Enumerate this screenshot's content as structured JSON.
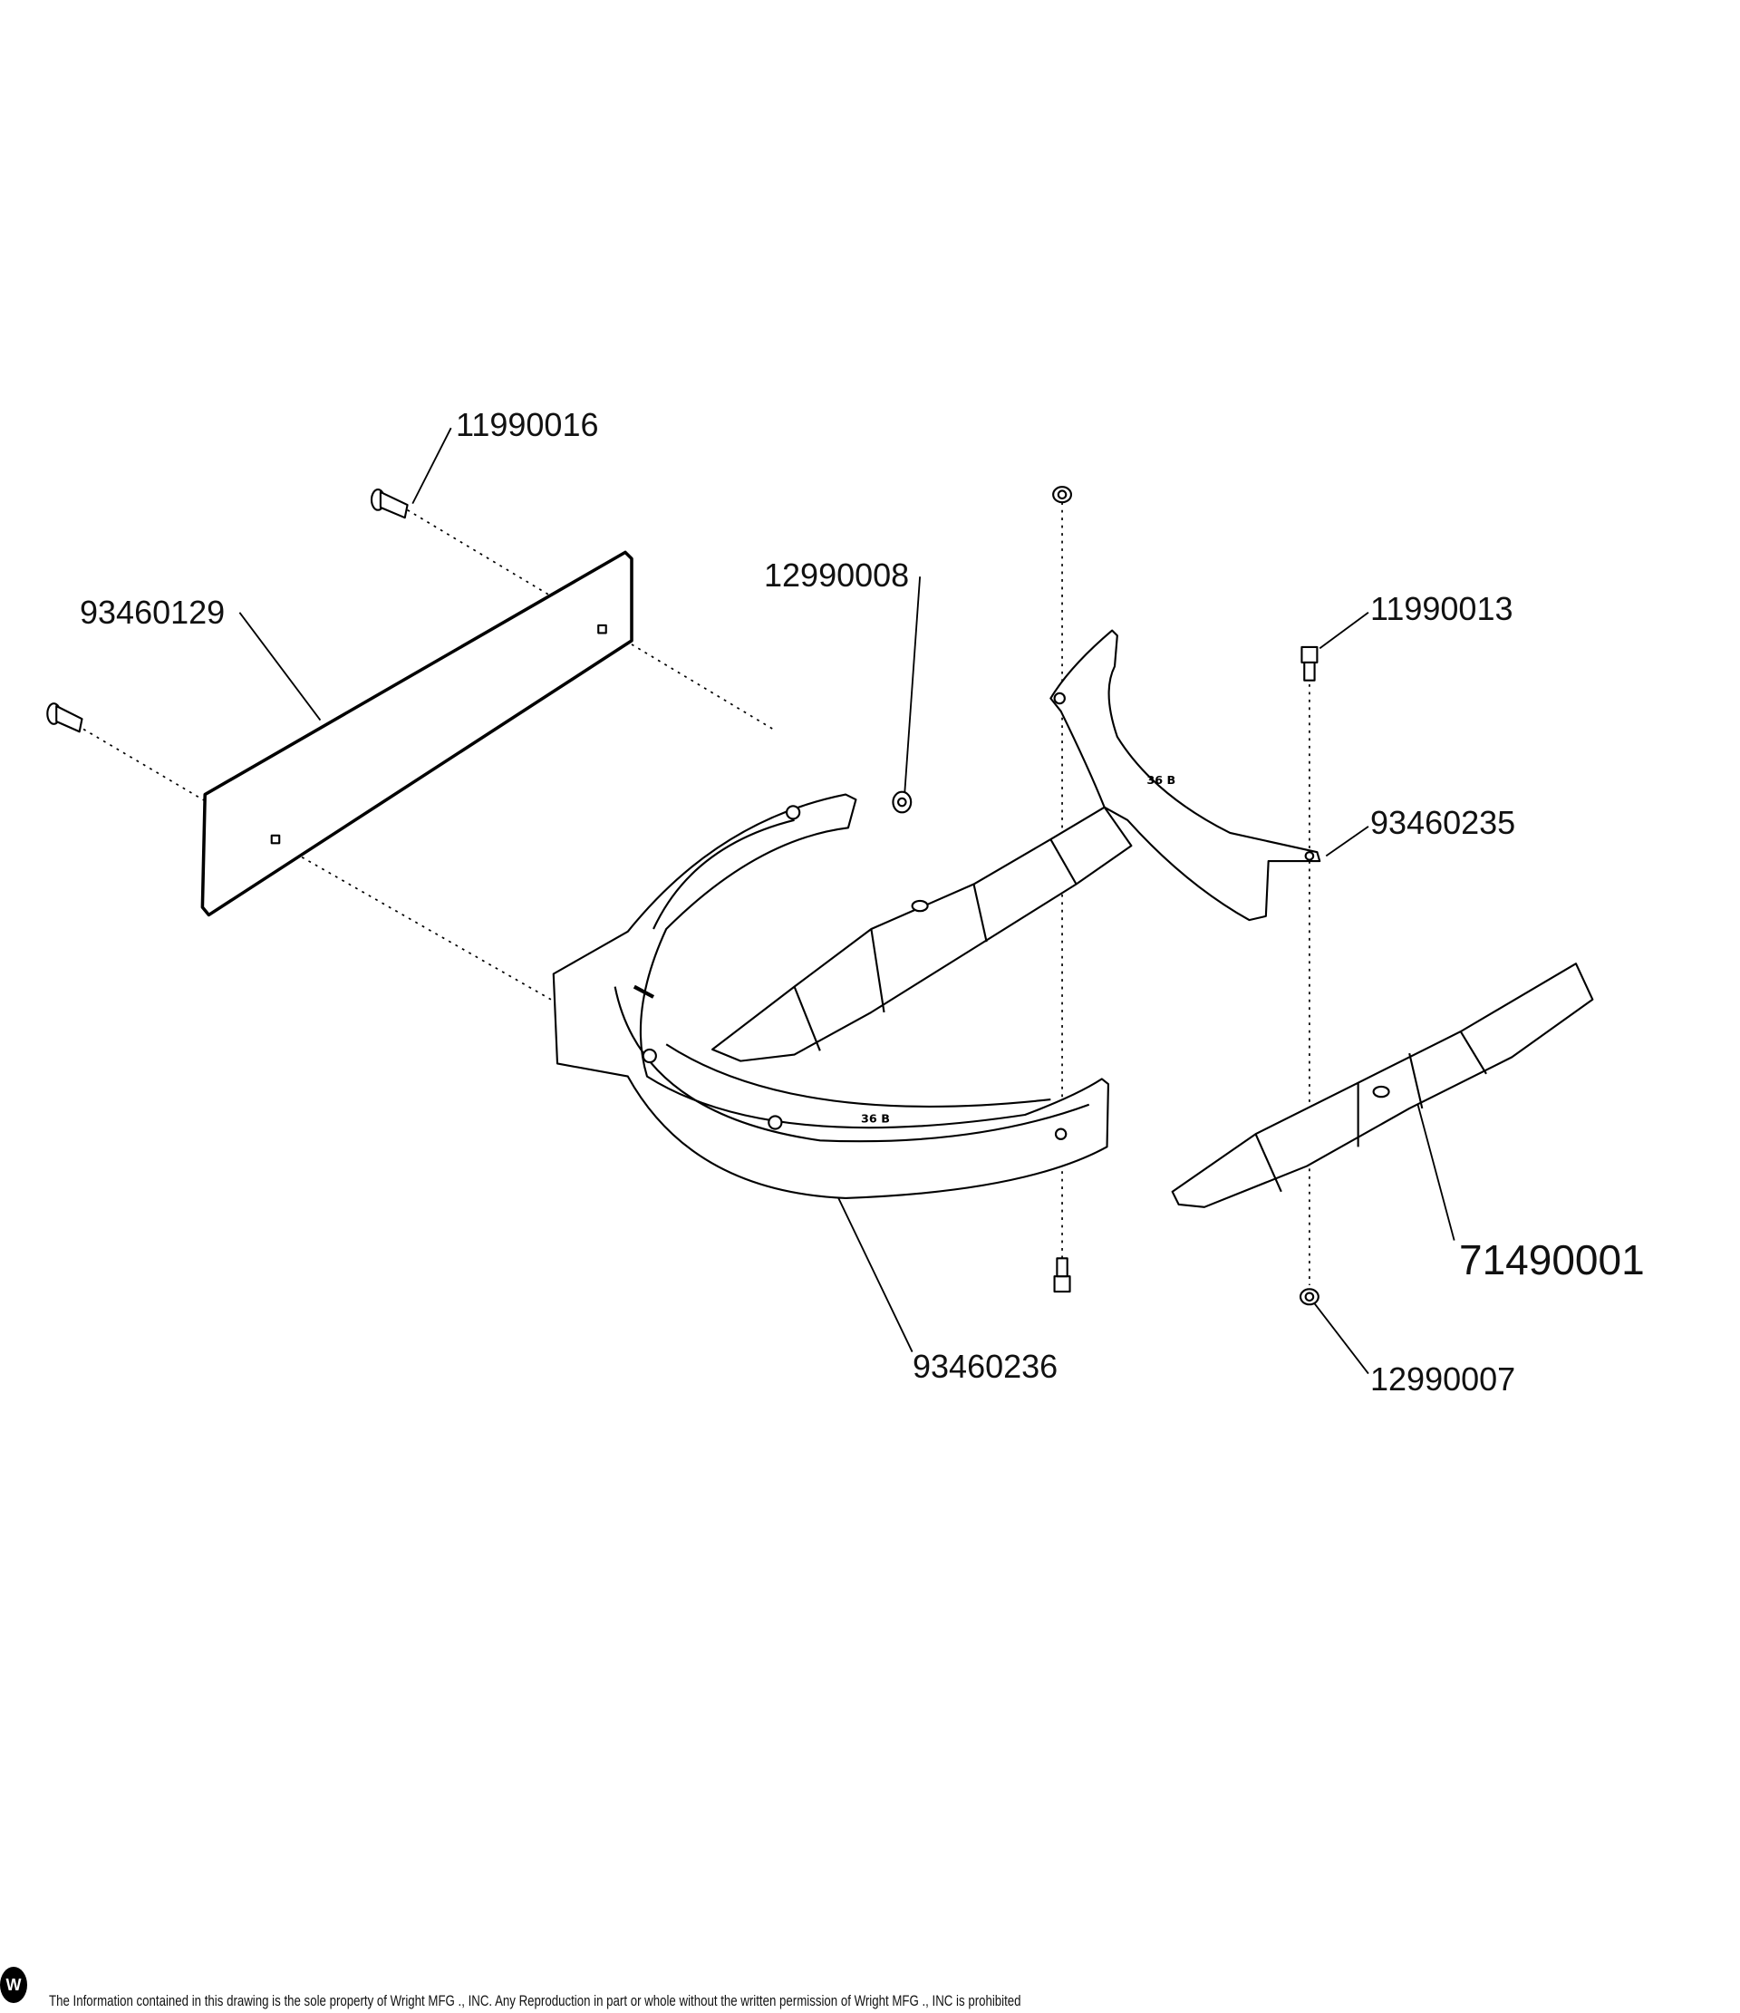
{
  "labels": {
    "bolt_top": "11990016",
    "deflector_plate": "93460129",
    "nut_left": "12990008",
    "bolt_right": "11990013",
    "small_baffle": "93460235",
    "blade": "71490001",
    "main_baffle": "93460236",
    "nut_right": "12990007"
  },
  "footer": {
    "logo_text": "W",
    "notice": "The Information contained in this drawing is the sole property of Wright MFG ., INC. Any Reproduction in part or whole without the written permission of Wright MFG ., INC is prohibited"
  }
}
